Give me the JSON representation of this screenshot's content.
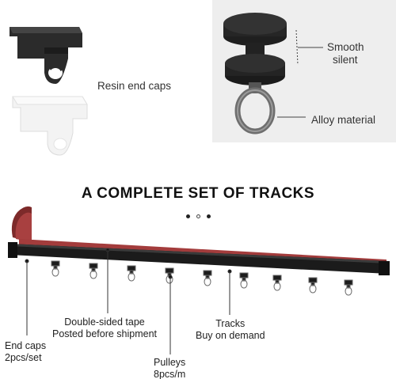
{
  "top_left": {
    "label": "Resin end caps"
  },
  "top_right": {
    "label_smooth_line1": "Smooth",
    "label_smooth_line2": "silent",
    "label_alloy": "Alloy material"
  },
  "headline": "A COMPLETE SET OF TRACKS",
  "carousel_dots": [
    "filled",
    "hollow",
    "filled"
  ],
  "callouts": {
    "end_caps": {
      "line1": "End caps",
      "line2": "2pcs/set"
    },
    "tape": {
      "line1": "Double-sided tape",
      "line2": "Posted before shipment"
    },
    "pulleys": {
      "line1": "Pulleys",
      "line2": "8pcs/m"
    },
    "tracks": {
      "line1": "Tracks",
      "line2": "Buy on demand"
    }
  },
  "colors": {
    "track": "#1a1a1a",
    "tape": "#a03a3a",
    "cap_black": "#2a2a2a",
    "cap_white": "#f2f2f2"
  }
}
